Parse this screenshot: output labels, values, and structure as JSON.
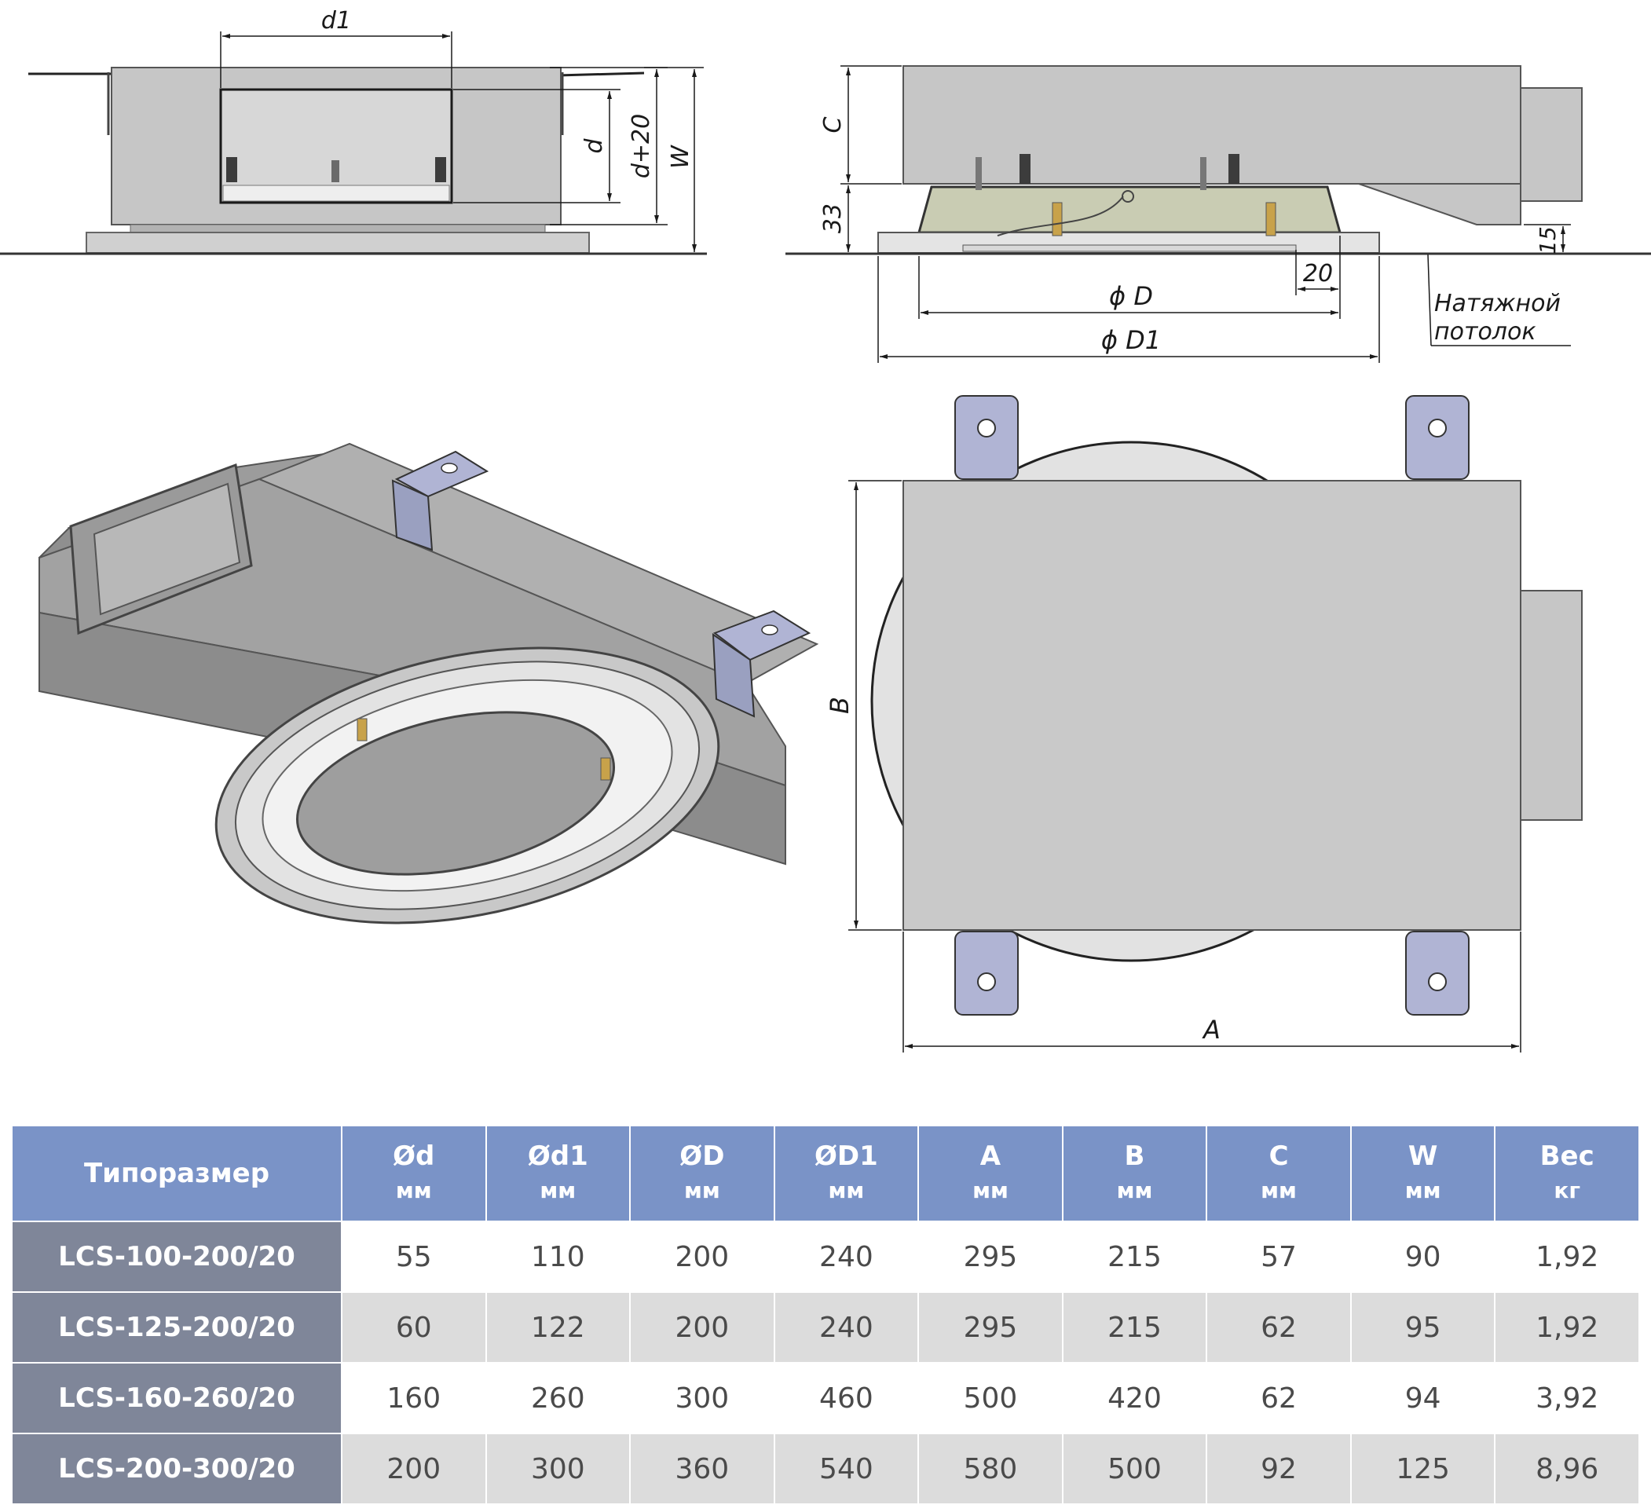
{
  "drawing": {
    "labels": {
      "d1": "d1",
      "d": "d",
      "d_plus_20": "d+20",
      "W": "W",
      "C": "C",
      "h33": "33",
      "h15": "15",
      "w20": "20",
      "phiD": "ϕ D",
      "phiD1": "ϕ D1",
      "ceiling_line1": "Натяжной",
      "ceiling_line2": "потолок",
      "A": "A",
      "B": "B"
    },
    "colors": {
      "housing": "#c6c6c6",
      "housing_dark": "#a9a9a9",
      "brackets": "#b0b4d4",
      "diffuser": "#c9ccb3",
      "dimension_lines": "#1a1a1a"
    }
  },
  "table": {
    "headers": [
      {
        "name": "Типоразмер",
        "unit": ""
      },
      {
        "name": "Ød",
        "unit": "мм"
      },
      {
        "name": "Ød1",
        "unit": "мм"
      },
      {
        "name": "ØD",
        "unit": "мм"
      },
      {
        "name": "ØD1",
        "unit": "мм"
      },
      {
        "name": "A",
        "unit": "мм"
      },
      {
        "name": "B",
        "unit": "мм"
      },
      {
        "name": "C",
        "unit": "мм"
      },
      {
        "name": "W",
        "unit": "мм"
      },
      {
        "name": "Вес",
        "unit": "кг"
      }
    ],
    "rows": [
      [
        "LCS-100-200/20",
        "55",
        "110",
        "200",
        "240",
        "295",
        "215",
        "57",
        "90",
        "1,92"
      ],
      [
        "LCS-125-200/20",
        "60",
        "122",
        "200",
        "240",
        "295",
        "215",
        "62",
        "95",
        "1,92"
      ],
      [
        "LCS-160-260/20",
        "160",
        "260",
        "300",
        "460",
        "500",
        "420",
        "62",
        "94",
        "3,92"
      ],
      [
        "LCS-200-300/20",
        "200",
        "300",
        "360",
        "540",
        "580",
        "500",
        "92",
        "125",
        "8,96"
      ]
    ],
    "colors": {
      "header_bg": "#7a93c7",
      "name_bg": "#7f8699",
      "row_alt_bg": "#dcdcdc"
    }
  }
}
